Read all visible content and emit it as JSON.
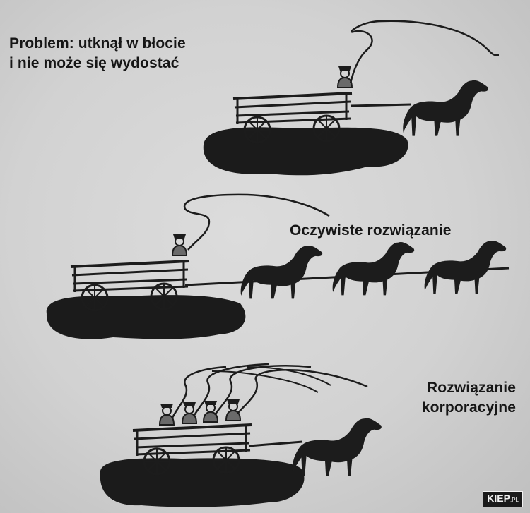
{
  "panels": [
    {
      "caption_lines": [
        "Problem: utknął w błocie",
        "i nie może się wydostać"
      ]
    },
    {
      "caption_lines": [
        "Oczywiste rozwiązanie"
      ]
    },
    {
      "caption_lines": [
        "Rozwiązanie",
        "korporacyjne"
      ]
    }
  ],
  "watermark": {
    "main": "KIEP",
    "suffix": ".PL"
  },
  "colors": {
    "paper": "#d6d6d6",
    "ink": "#161616",
    "mud": "#1b1b1b"
  }
}
